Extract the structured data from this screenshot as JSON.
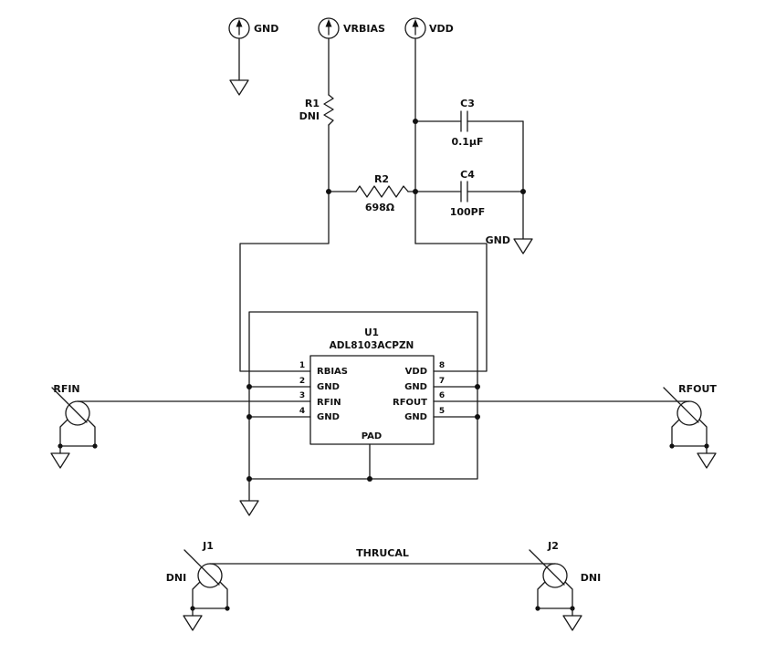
{
  "colors": {
    "wire": "#1a1a1a",
    "background": "#ffffff"
  },
  "supplies": {
    "gnd": {
      "label": "GND"
    },
    "vrbias": {
      "label": "VRBIAS"
    },
    "vdd": {
      "label": "VDD"
    }
  },
  "components": {
    "r1": {
      "ref": "R1",
      "value": "DNI"
    },
    "r2": {
      "ref": "R2",
      "value": "698Ω"
    },
    "c3": {
      "ref": "C3",
      "value": "0.1µF"
    },
    "c4": {
      "ref": "C4",
      "value": "100PF"
    },
    "gnd_label": "GND"
  },
  "u1": {
    "ref": "U1",
    "part": "ADL8103ACPZN",
    "pad": "PAD",
    "left_pins": [
      {
        "num": "1",
        "name": "RBIAS"
      },
      {
        "num": "2",
        "name": "GND"
      },
      {
        "num": "3",
        "name": "RFIN"
      },
      {
        "num": "4",
        "name": "GND"
      }
    ],
    "right_pins": [
      {
        "num": "8",
        "name": "VDD"
      },
      {
        "num": "7",
        "name": "GND"
      },
      {
        "num": "6",
        "name": "RFOUT"
      },
      {
        "num": "5",
        "name": "GND"
      }
    ]
  },
  "connectors": {
    "rfin": {
      "label": "RFIN"
    },
    "rfout": {
      "label": "RFOUT"
    },
    "j1": {
      "label": "J1",
      "note": "DNI"
    },
    "j2": {
      "label": "J2",
      "note": "DNI"
    },
    "thrucal": {
      "label": "THRUCAL"
    }
  }
}
